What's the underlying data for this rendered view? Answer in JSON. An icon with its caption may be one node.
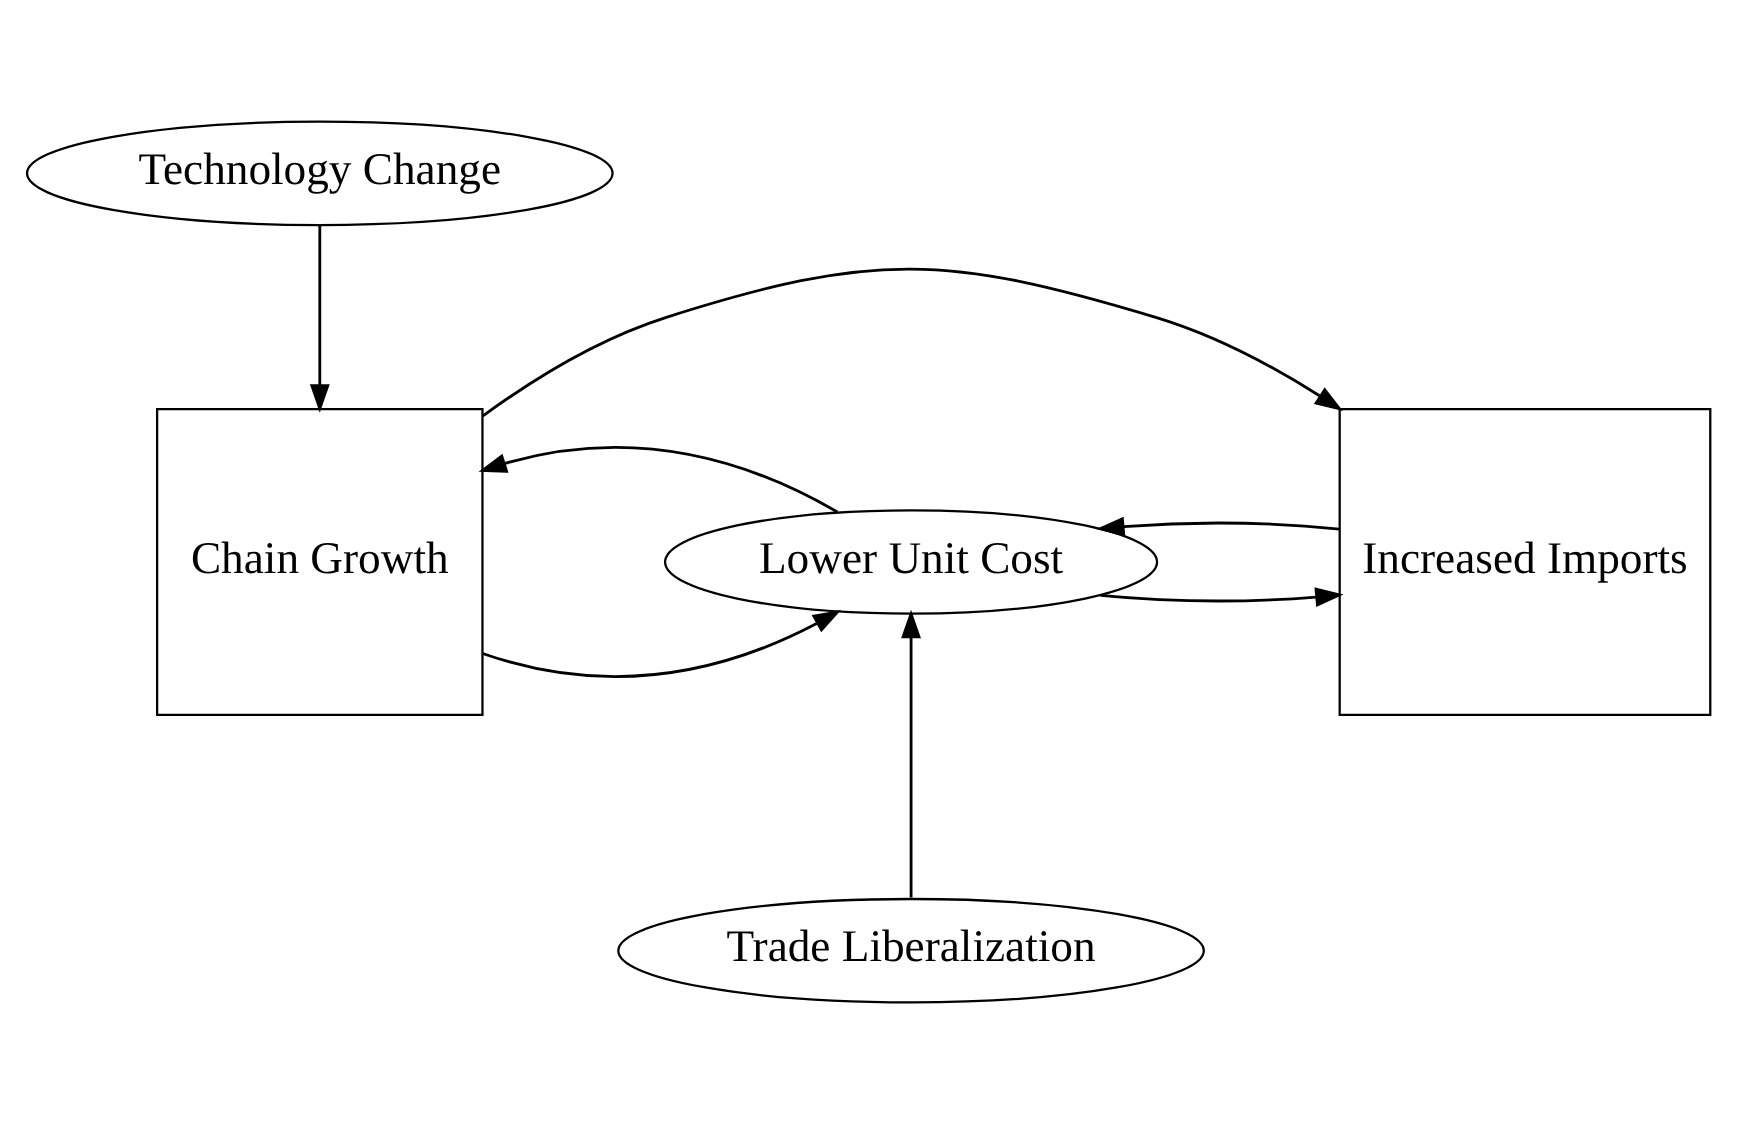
{
  "diagram": {
    "nodes": [
      {
        "text": [
          "Technology Change"
        ]
      },
      {
        "text": [
          "Chain Growth"
        ]
      },
      {
        "text": [
          "Lower Unit Cost"
        ]
      },
      {
        "text": [
          "Increased Imports"
        ]
      },
      {
        "text": [
          "Trade Liberalization"
        ]
      }
    ],
    "edges": [
      {
        "from": 0,
        "to": 1,
        "arrow": "to"
      },
      {
        "from": 1,
        "to": 3,
        "arrow": "to"
      },
      {
        "from": 1,
        "to": 2,
        "arrow": "to"
      },
      {
        "from": 2,
        "to": 1,
        "arrow": "to"
      },
      {
        "from": 2,
        "to": 3,
        "arrow": "to"
      },
      {
        "from": 3,
        "to": 2,
        "arrow": "to"
      },
      {
        "from": 4,
        "to": 2,
        "arrow": "to"
      }
    ]
  }
}
